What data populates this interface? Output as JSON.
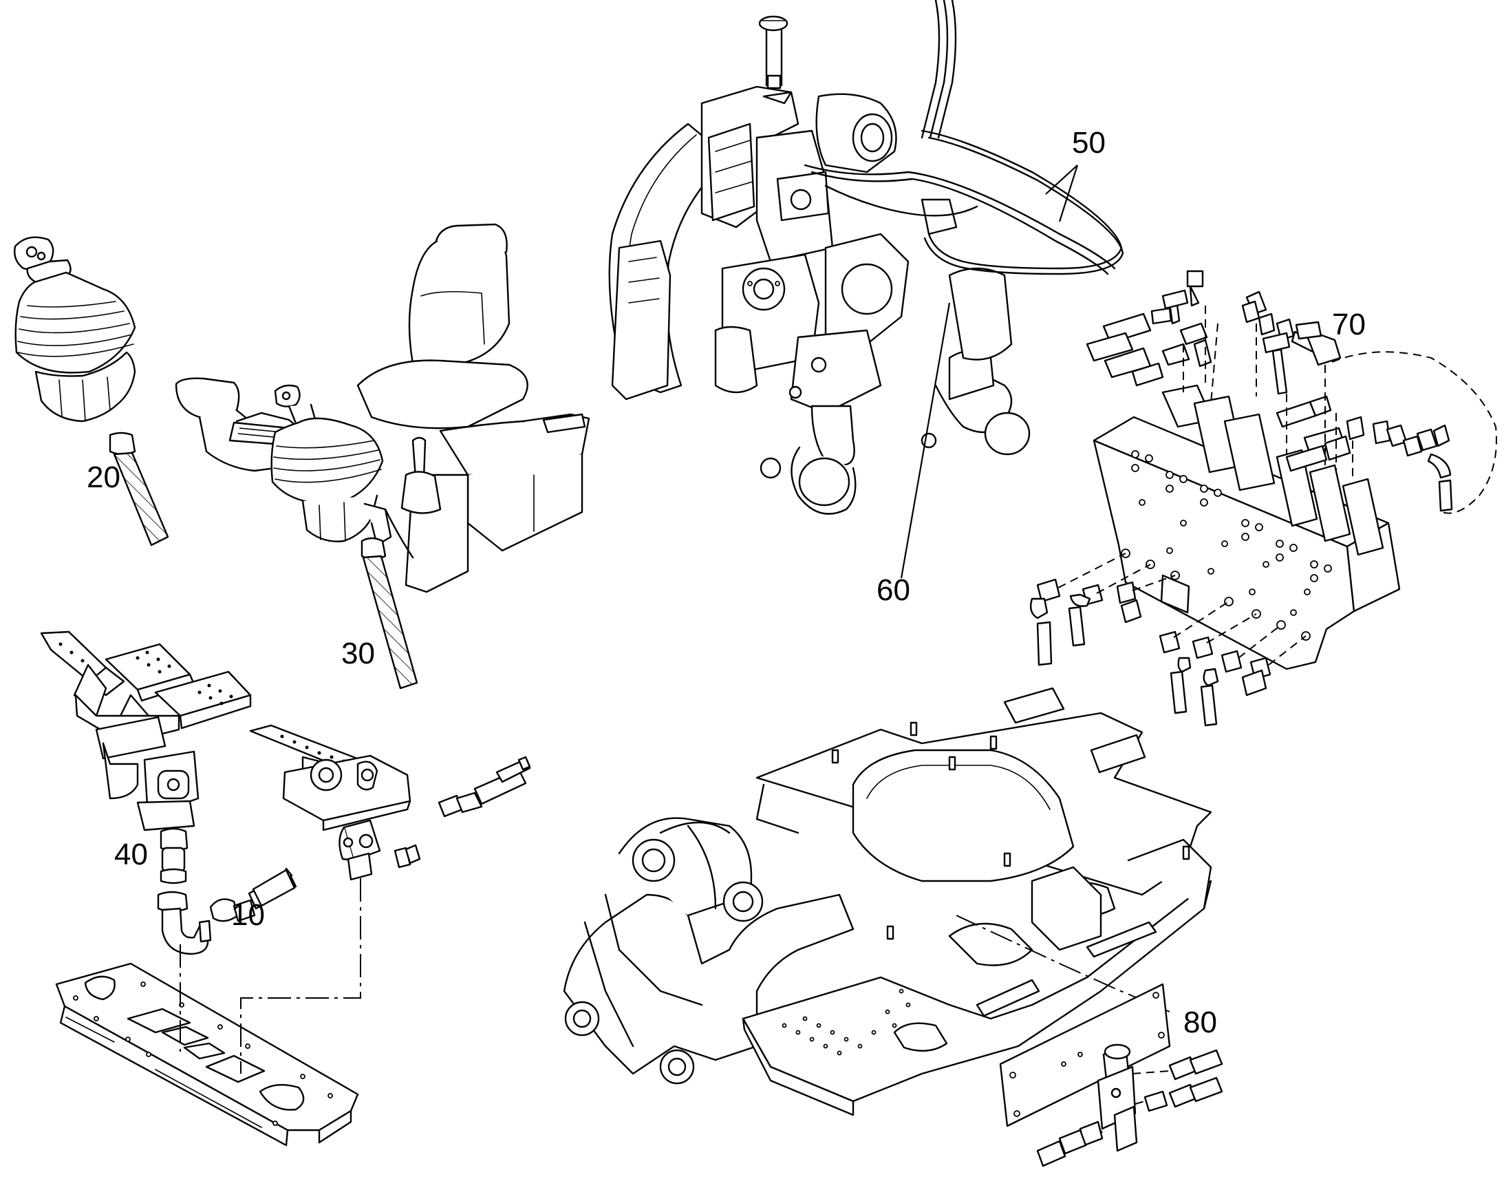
{
  "diagram": {
    "callouts": [
      {
        "id": "10",
        "label": "10"
      },
      {
        "id": "20",
        "label": "20"
      },
      {
        "id": "30",
        "label": "30"
      },
      {
        "id": "40",
        "label": "40"
      },
      {
        "id": "50",
        "label": "50"
      },
      {
        "id": "60",
        "label": "60"
      },
      {
        "id": "70",
        "label": "70"
      },
      {
        "id": "80",
        "label": "80"
      }
    ],
    "components": {
      "joystick": "joystick-control-lever",
      "operator_seat": "operator-seat-with-consoles",
      "engine": "engine-pump-assembly",
      "valve_block": "hydraulic-control-valve-block",
      "pedals": "foot-pedal-valves",
      "floor_plate": "cab-floor-plate",
      "frame": "upper-carriage-frame",
      "mount_plate": "valve-mounting-plate"
    }
  }
}
